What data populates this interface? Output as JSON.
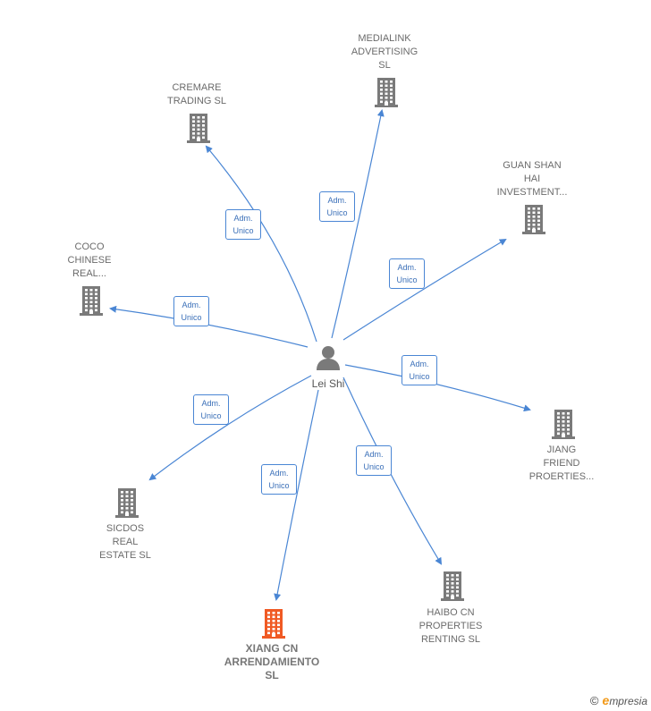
{
  "center": {
    "name": "Lei Shi"
  },
  "edge_label": {
    "line1": "Adm.",
    "line2": "Unico"
  },
  "companies": [
    {
      "id": "medialink",
      "lines": [
        "MEDIALINK",
        "ADVERTISING",
        "SL"
      ],
      "highlight": false
    },
    {
      "id": "cremare",
      "lines": [
        "CREMARE",
        "TRADING  SL"
      ],
      "highlight": false
    },
    {
      "id": "guan-shan",
      "lines": [
        "GUAN SHAN",
        "HAI",
        "INVESTMENT..."
      ],
      "highlight": false
    },
    {
      "id": "coco",
      "lines": [
        "COCO",
        "CHINESE",
        "REAL..."
      ],
      "highlight": false
    },
    {
      "id": "jiang",
      "lines": [
        "JIANG",
        "FRIEND",
        "PROERTIES..."
      ],
      "highlight": false
    },
    {
      "id": "sicdos",
      "lines": [
        "SICDOS",
        "REAL",
        "ESTATE  SL"
      ],
      "highlight": false
    },
    {
      "id": "haibo",
      "lines": [
        "HAIBO CN",
        "PROPERTIES",
        "RENTING  SL"
      ],
      "highlight": false
    },
    {
      "id": "xiang",
      "lines": [
        "XIANG CN",
        "ARRENDAMIENTO",
        "SL"
      ],
      "highlight": true
    }
  ],
  "colors": {
    "edge": "#4a86d4",
    "building": "#7a7a7a",
    "building_highlight": "#f05a24",
    "person": "#7a7a7a"
  },
  "brand": {
    "copyright": "©",
    "initial": "e",
    "rest": "mpresia"
  }
}
